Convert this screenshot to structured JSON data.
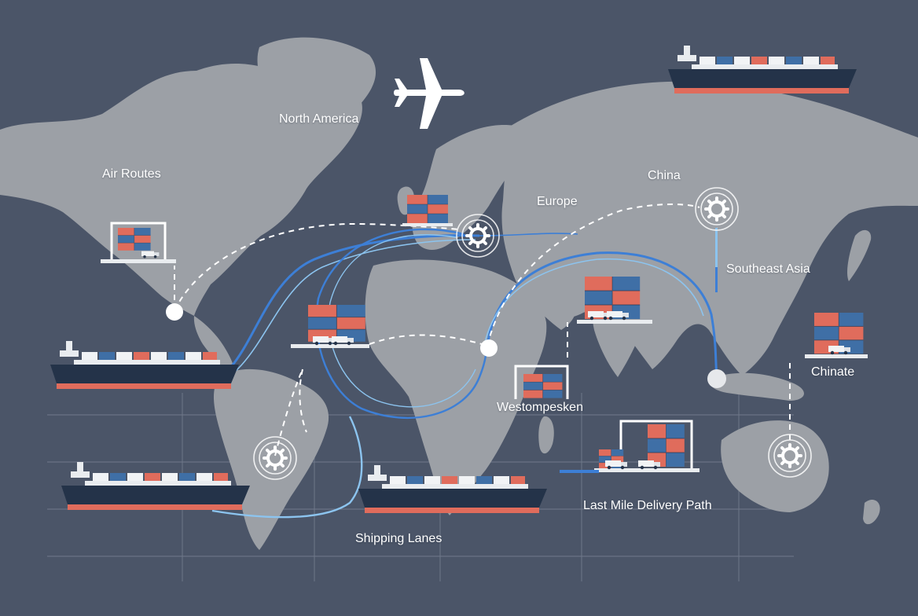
{
  "labels": {
    "north_america": "North America",
    "air_routes": "Air Routes",
    "europe": "Europe",
    "china": "China",
    "southeast_asia": "Southeast Asia",
    "chinate": "Chinate",
    "westompesken": "Westompesken",
    "last_mile": "Last Mile Delivery Path",
    "shipping_lanes": "Shipping Lanes"
  },
  "icons": {
    "ship": "cargo-ship-icon",
    "plane": "airplane-icon",
    "hub": "gear-icon",
    "warehouse": "container-stack-icon",
    "truck": "delivery-truck-icon"
  },
  "colors": {
    "ocean": "#4b5568",
    "land": "#9ca0a6",
    "route_blue": "#3d7fd6",
    "route_light": "#8cc4ef",
    "dashed_route": "#ffffff",
    "container_red": "#e06c5c",
    "container_blue": "#3f6fa6",
    "hull": "#243349"
  }
}
